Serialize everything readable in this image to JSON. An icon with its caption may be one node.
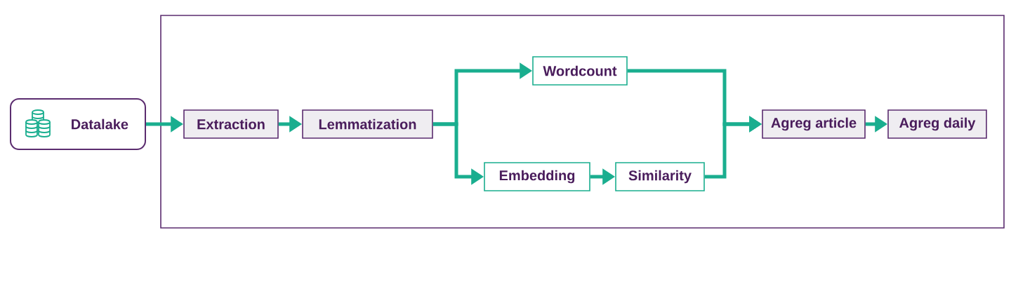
{
  "diagram": {
    "nodes": [
      {
        "text": [],
        "shape": "box"
      },
      {
        "text": [
          "Datalake"
        ]
      },
      {
        "text": [
          "Extraction"
        ],
        "in": 0
      },
      {
        "text": [
          "Lemmatization"
        ],
        "in": 0
      },
      {
        "text": [
          "Wordcount"
        ],
        "in": 0
      },
      {
        "text": [
          "Embedding"
        ],
        "in": 0
      },
      {
        "text": [
          "Similarity"
        ],
        "in": 0
      },
      {
        "text": [
          "Agreg article"
        ],
        "in": 0
      },
      {
        "text": [
          "Agreg daily"
        ],
        "in": 0
      }
    ],
    "edges": [
      {
        "from": 1,
        "to": 2,
        "arrow": "to"
      },
      {
        "from": 2,
        "to": 3,
        "arrow": "to"
      },
      {
        "from": 3,
        "to": 4,
        "arrow": "to"
      },
      {
        "from": 3,
        "to": 5,
        "arrow": "to"
      },
      {
        "from": 5,
        "to": 6,
        "arrow": "to"
      },
      {
        "from": 4,
        "to": 7,
        "arrow": "to"
      },
      {
        "from": 6,
        "to": 7,
        "arrow": "to"
      },
      {
        "from": 7,
        "to": 8,
        "arrow": "to"
      }
    ]
  }
}
